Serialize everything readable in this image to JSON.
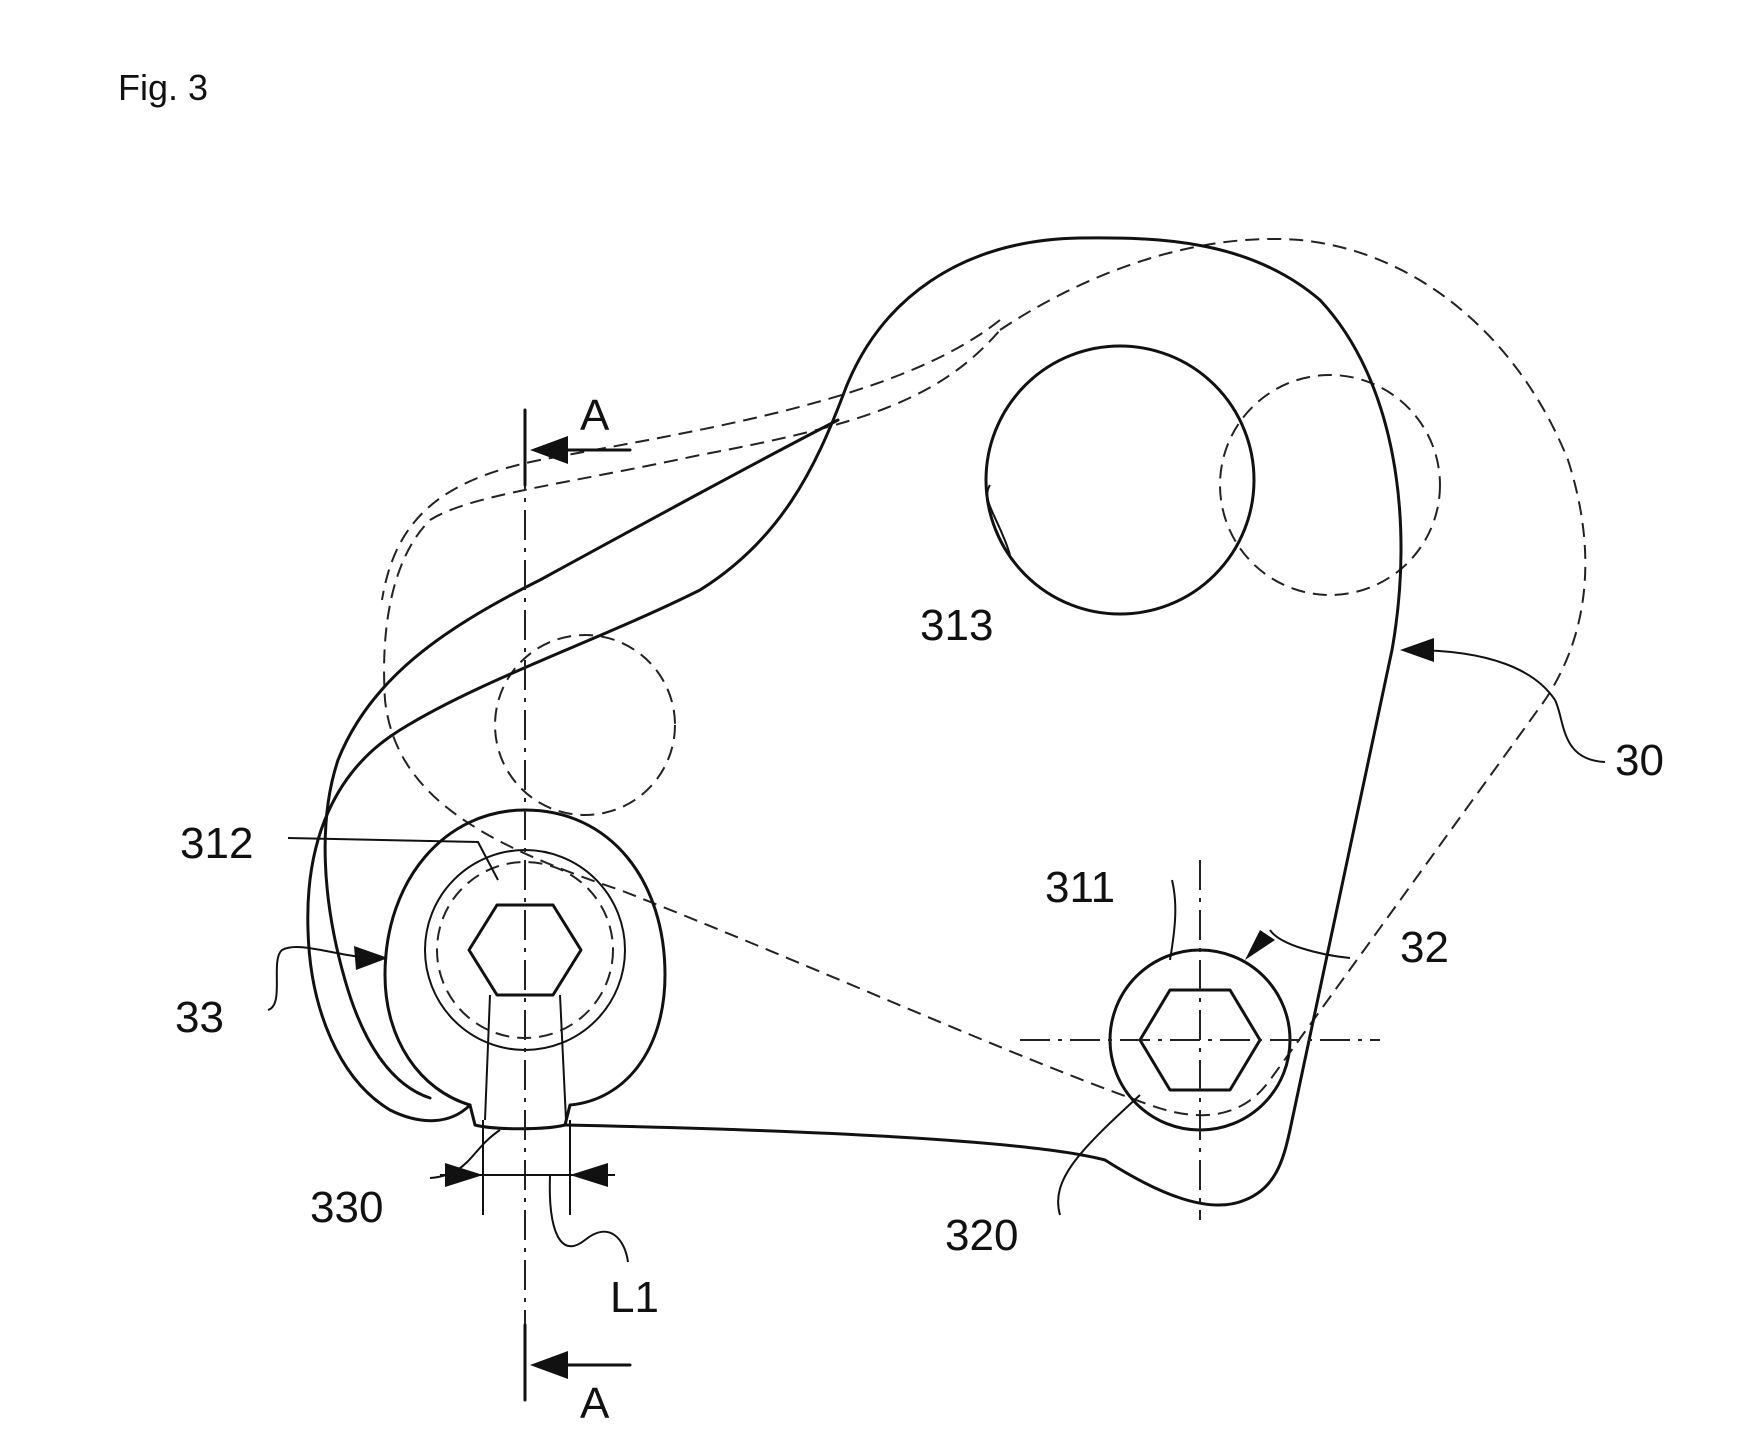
{
  "figure": {
    "title": "Fig. 3",
    "labels": {
      "section_top": "A",
      "section_bottom": "A",
      "ref_30": "30",
      "ref_32": "32",
      "ref_33": "33",
      "ref_311": "311",
      "ref_312": "312",
      "ref_313": "313",
      "ref_320": "320",
      "ref_330": "330",
      "dim_l1": "L1"
    }
  }
}
